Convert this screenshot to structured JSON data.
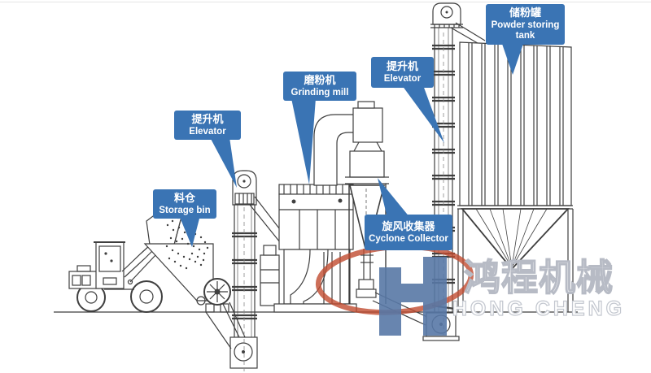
{
  "diagram": {
    "callouts": [
      {
        "id": "storage-bin",
        "zh": "料仓",
        "en": "Storage bin"
      },
      {
        "id": "elevator-1",
        "zh": "提升机",
        "en": "Elevator"
      },
      {
        "id": "grinding-mill",
        "zh": "磨粉机",
        "en": "Grinding mill"
      },
      {
        "id": "elevator-2",
        "zh": "提升机",
        "en": "Elevator"
      },
      {
        "id": "powder-storing-tank",
        "zh": "储粉罐",
        "en": "Powder storing tank"
      },
      {
        "id": "cyclone-collector",
        "zh": "旋风收集器",
        "en": "Cyclone Collector"
      }
    ],
    "watermark": {
      "zh": "鸿程机械",
      "en": "HONG CHENG"
    },
    "colors": {
      "callout_bg": "#3a74b4",
      "callout_text": "#ffffff",
      "line_art": "#3f3f3f",
      "watermark_logo_blue": "#5878a6",
      "watermark_swoosh_red": "#c14b2f",
      "watermark_text_outline": "#b7bbc5",
      "background": "#ffffff"
    }
  }
}
